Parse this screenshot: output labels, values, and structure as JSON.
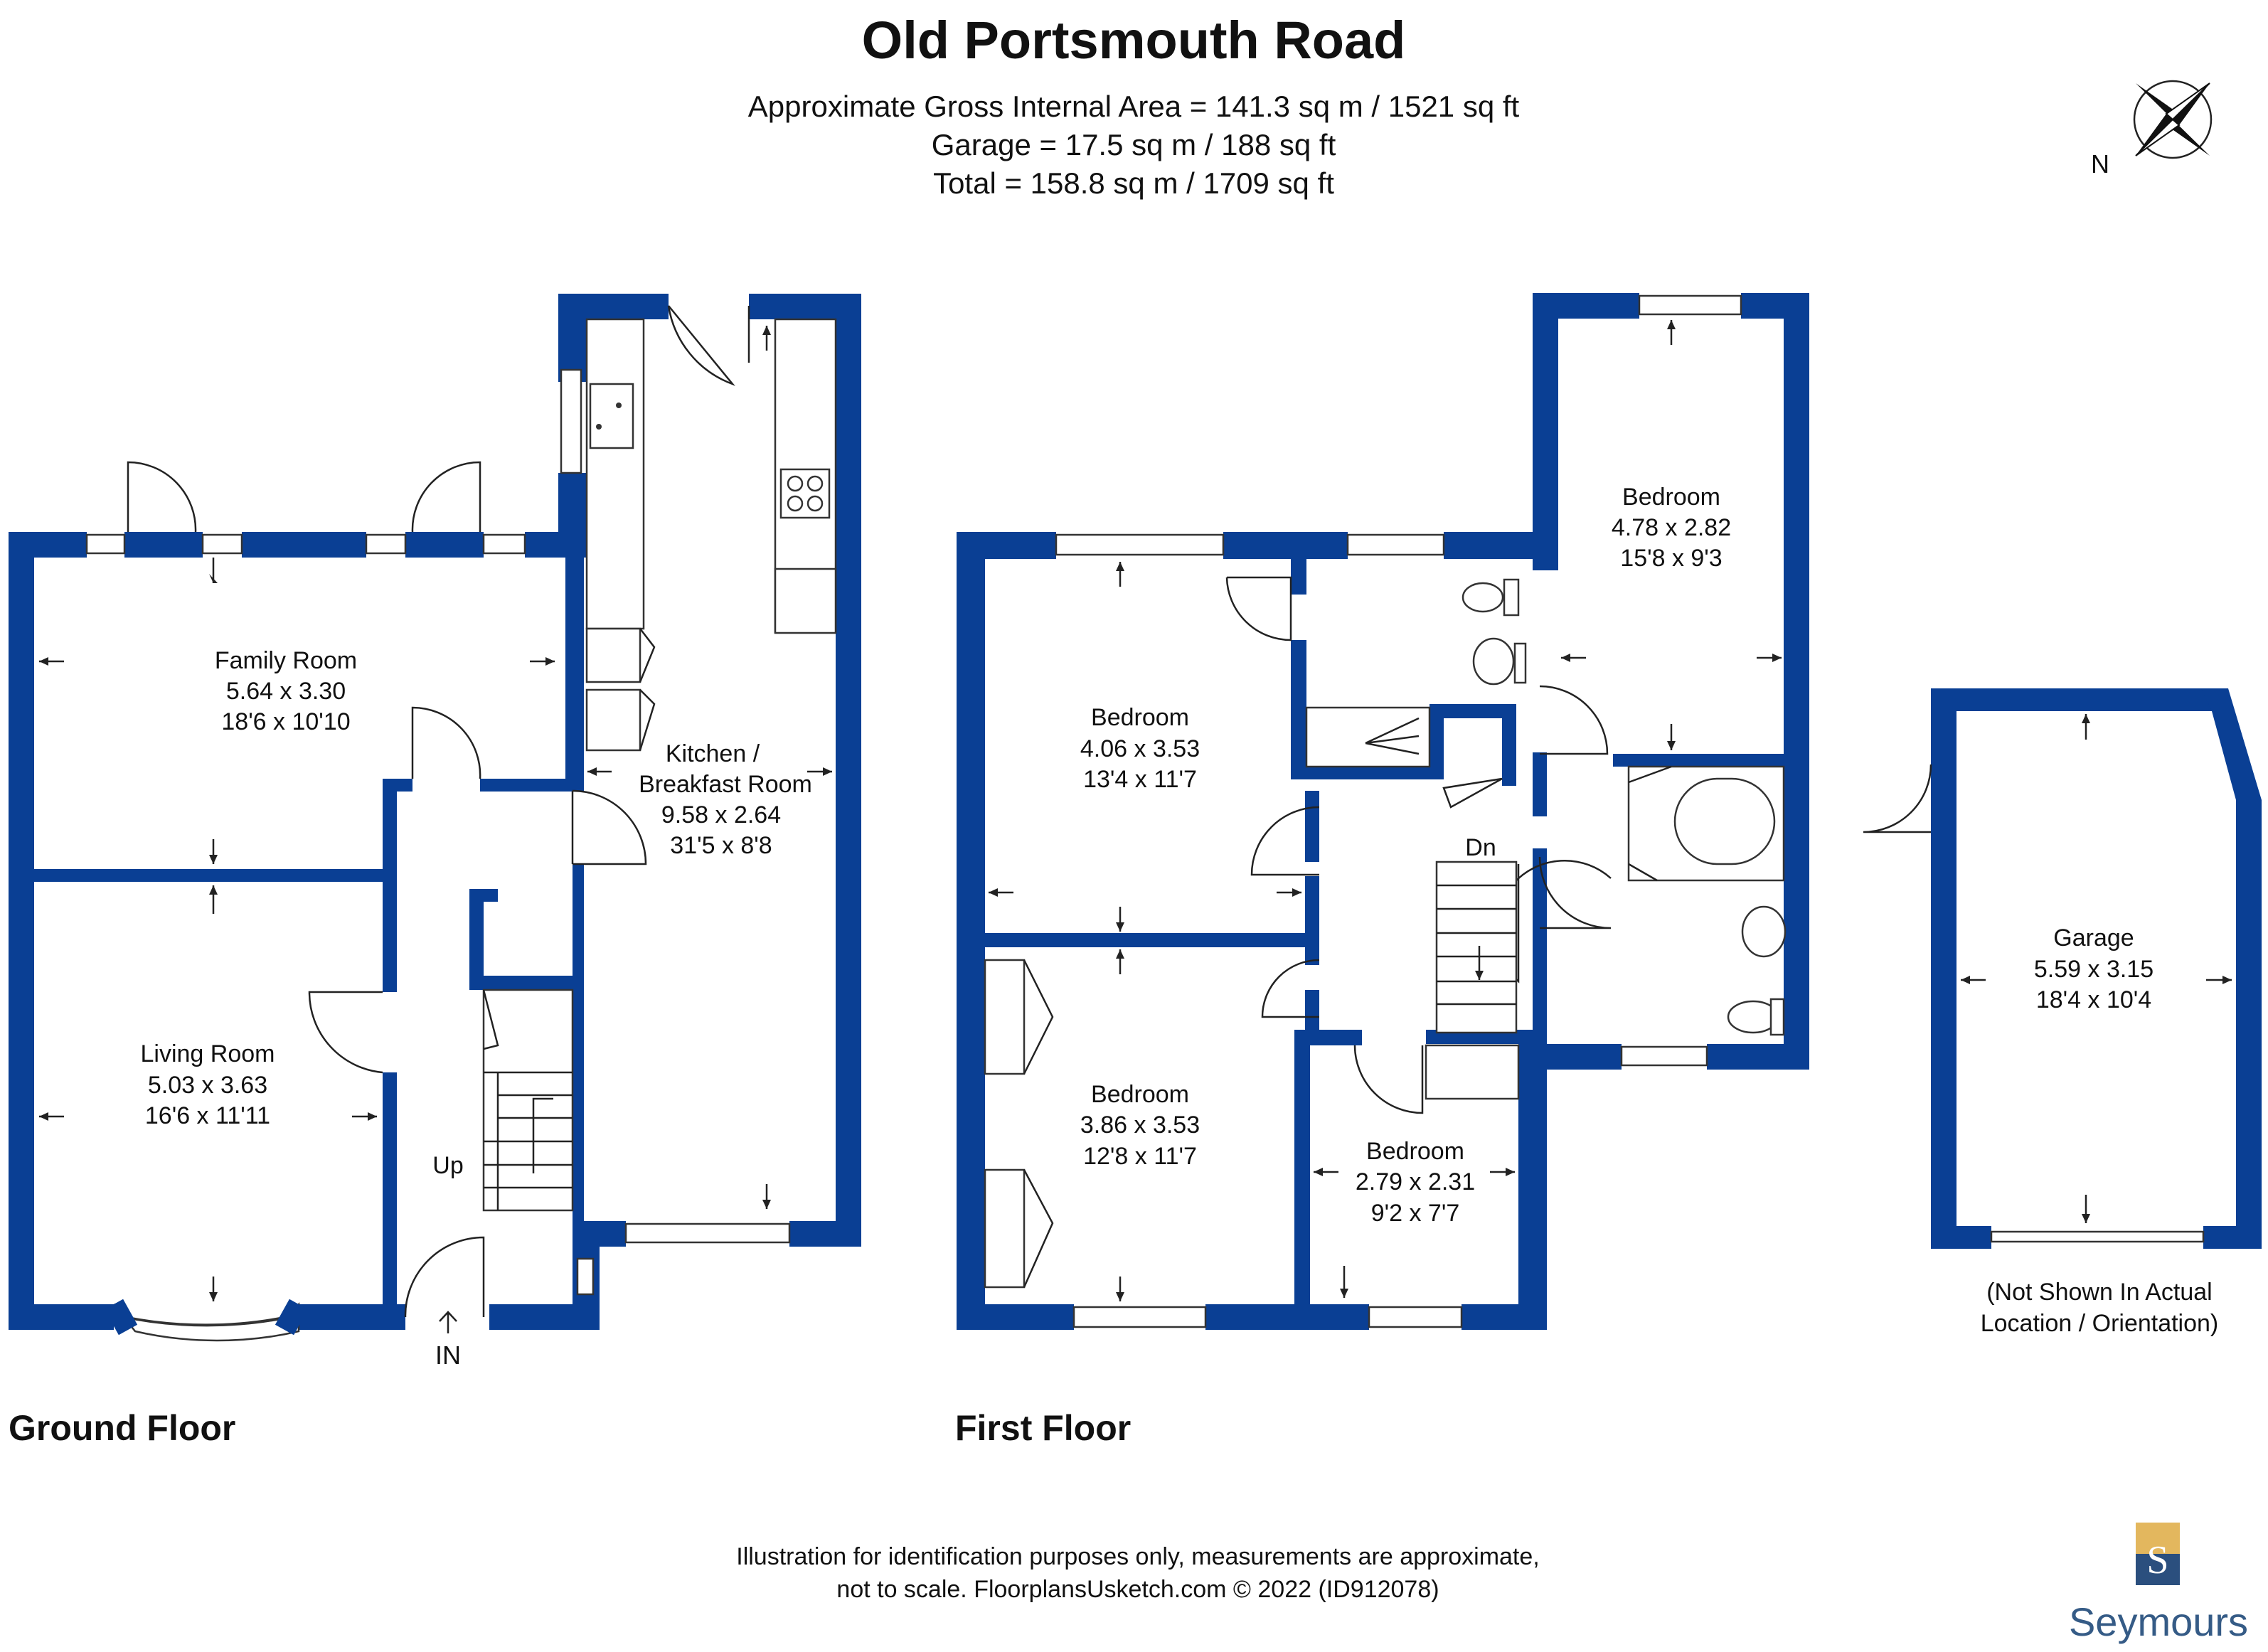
{
  "header": {
    "title": "Old Portsmouth Road",
    "area_lines": [
      "Approximate Gross Internal Area = 141.3 sq m / 1521 sq ft",
      "Garage = 17.5 sq m / 188 sq ft",
      "Total = 158.8 sq m / 1709 sq ft"
    ]
  },
  "compass": {
    "label": "N",
    "icon": "compass-rose-icon"
  },
  "ground_floor": {
    "label": "Ground Floor",
    "rooms": {
      "family": {
        "name": "Family Room",
        "metric": "5.64 x 3.30",
        "imperial": "18'6 x 10'10"
      },
      "living": {
        "name": "Living Room",
        "metric": "5.03 x 3.63",
        "imperial": "16'6 x 11'11"
      },
      "kitchen": {
        "name_line1": "Kitchen /",
        "name_line2": "Breakfast Room",
        "metric": "9.58 x 2.64",
        "imperial": "31'5 x 8'8"
      }
    },
    "stairs_label": "Up",
    "entrance_label": "IN"
  },
  "first_floor": {
    "label": "First Floor",
    "rooms": {
      "bed_front_left": {
        "name": "Bedroom",
        "metric": "4.06 x 3.53",
        "imperial": "13'4 x 11'7"
      },
      "bed_rear_right": {
        "name": "Bedroom",
        "metric": "4.78 x 2.82",
        "imperial": "15'8 x 9'3"
      },
      "bed_rear_left": {
        "name": "Bedroom",
        "metric": "3.86 x 3.53",
        "imperial": "12'8 x 11'7"
      },
      "bed_small": {
        "name": "Bedroom",
        "metric": "2.79 x 2.31",
        "imperial": "9'2 x 7'7"
      }
    },
    "stairs_label": "Dn"
  },
  "garage": {
    "name": "Garage",
    "metric": "5.59 x 3.15",
    "imperial": "18'4 x 10'4",
    "note_line1": "(Not Shown In Actual",
    "note_line2": "Location / Orientation)"
  },
  "footer": {
    "line1": "Illustration for identification purposes only, measurements are approximate,",
    "line2": "not to scale. FloorplansUsketch.com © 2022 (ID912078)"
  },
  "brand": {
    "name": "Seymours",
    "logo_letter": "S"
  },
  "colors": {
    "wall": "#0a3f94",
    "logo_navy": "#2b4f7e",
    "logo_gold": "#e3b75e",
    "brand_text": "#355b86"
  }
}
